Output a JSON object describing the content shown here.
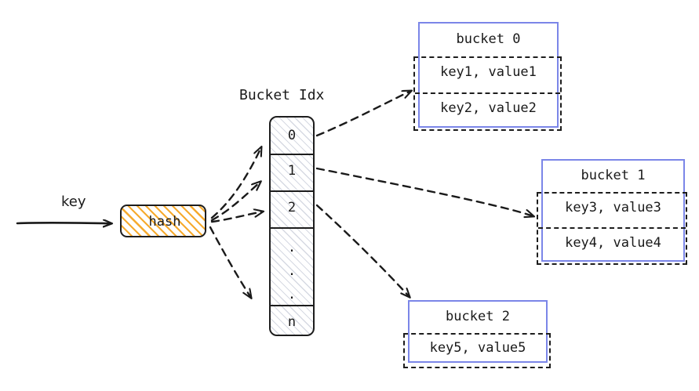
{
  "diagram": {
    "title": "hash map bucket diagram",
    "colors": {
      "hash_hatch": "#f5a623",
      "index_hatch": "#7882a0",
      "bucket_border": "#7b86e8",
      "stroke": "#1d1d1d",
      "text": "#1a1a1a"
    },
    "input": {
      "key_label": "key"
    },
    "hash_node": {
      "label": "hash"
    },
    "bucket_index": {
      "title": "Bucket Idx",
      "cells": [
        {
          "label": "0"
        },
        {
          "label": "1"
        },
        {
          "label": "2"
        },
        {
          "label": "."
        },
        {
          "label": "."
        },
        {
          "label": "."
        },
        {
          "label": "n"
        }
      ]
    },
    "buckets": [
      {
        "title": "bucket 0",
        "entries": [
          "key1, value1",
          "key2, value2"
        ]
      },
      {
        "title": "bucket 1",
        "entries": [
          "key3, value3",
          "key4, value4"
        ]
      },
      {
        "title": "bucket 2",
        "entries": [
          "key5, value5"
        ]
      }
    ]
  }
}
